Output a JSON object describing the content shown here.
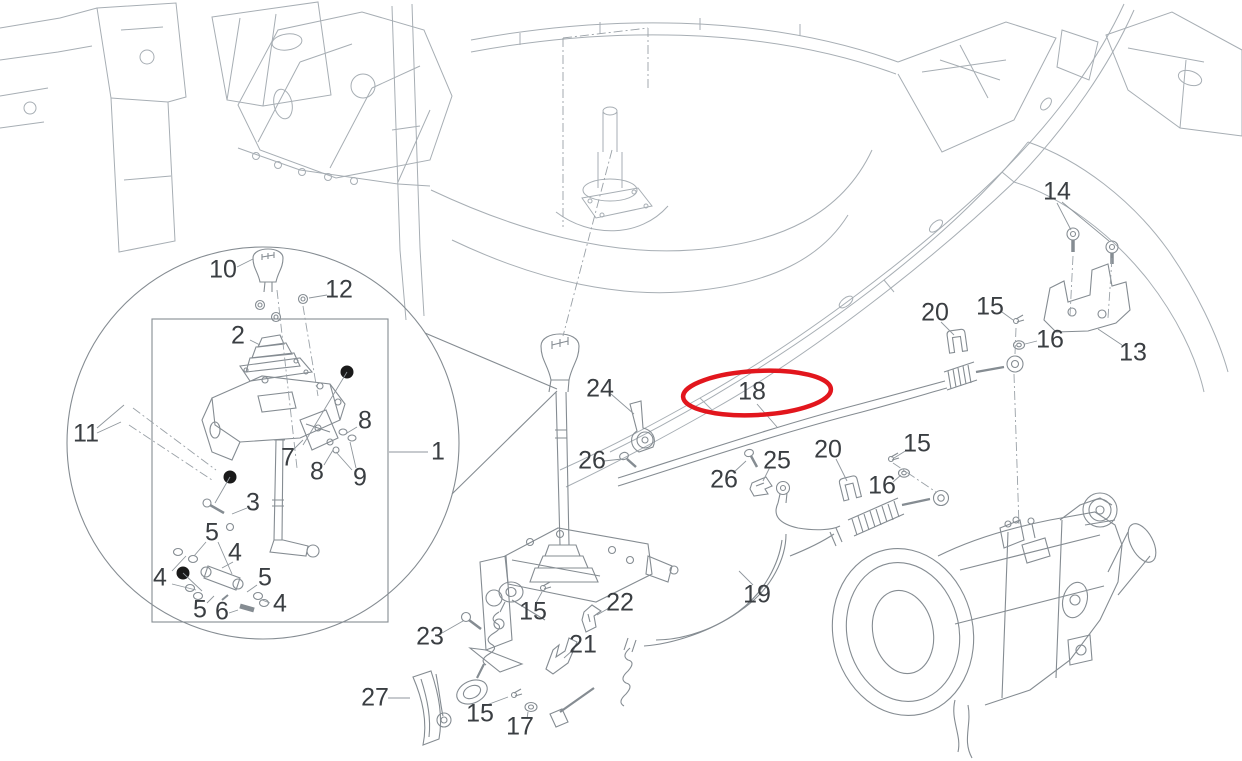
{
  "diagram": {
    "kind": "exploded-parts-diagram",
    "subject": "gear shift control linkage, shift cables and gearbox",
    "background_color": "#ffffff",
    "chassis_line_color": "#a7aeb4",
    "part_line_color": "#858c92",
    "leader_line_color": "#8f969c",
    "label_color": "#3a3e42",
    "dot_color": "#1a1a1a",
    "highlight": {
      "target_label": "18",
      "shape": "ellipse",
      "color": "#e2161d"
    }
  },
  "callouts": [
    {
      "label": "1"
    },
    {
      "label": "2"
    },
    {
      "label": "3"
    },
    {
      "label": "4"
    },
    {
      "label": "4"
    },
    {
      "label": "4"
    },
    {
      "label": "5"
    },
    {
      "label": "5"
    },
    {
      "label": "5"
    },
    {
      "label": "6"
    },
    {
      "label": "7"
    },
    {
      "label": "8"
    },
    {
      "label": "8"
    },
    {
      "label": "9"
    },
    {
      "label": "10"
    },
    {
      "label": "11"
    },
    {
      "label": "12"
    },
    {
      "label": "13"
    },
    {
      "label": "14"
    },
    {
      "label": "15"
    },
    {
      "label": "15"
    },
    {
      "label": "15"
    },
    {
      "label": "15"
    },
    {
      "label": "16"
    },
    {
      "label": "16"
    },
    {
      "label": "17"
    },
    {
      "label": "18"
    },
    {
      "label": "19"
    },
    {
      "label": "20"
    },
    {
      "label": "20"
    },
    {
      "label": "21"
    },
    {
      "label": "22"
    },
    {
      "label": "23"
    },
    {
      "label": "24"
    },
    {
      "label": "25"
    },
    {
      "label": "26"
    },
    {
      "label": "26"
    },
    {
      "label": "27"
    }
  ]
}
